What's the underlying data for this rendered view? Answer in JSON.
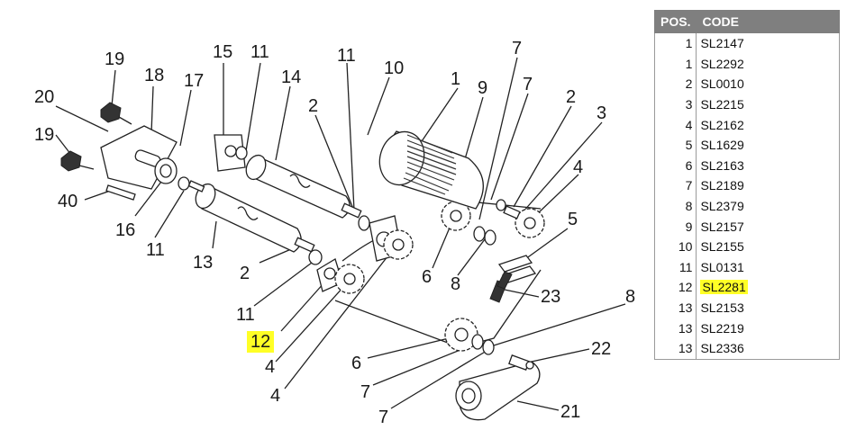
{
  "diagram": {
    "callouts": [
      {
        "id": "c19a",
        "text": "19"
      },
      {
        "id": "c18",
        "text": "18"
      },
      {
        "id": "c15",
        "text": "15"
      },
      {
        "id": "c11a",
        "text": "11"
      },
      {
        "id": "c14",
        "text": "14"
      },
      {
        "id": "c11b",
        "text": "11"
      },
      {
        "id": "c10",
        "text": "10"
      },
      {
        "id": "c20",
        "text": "20"
      },
      {
        "id": "c17",
        "text": "17"
      },
      {
        "id": "c19b",
        "text": "19"
      },
      {
        "id": "c40",
        "text": "40"
      },
      {
        "id": "c16",
        "text": "16"
      },
      {
        "id": "c11c",
        "text": "11"
      },
      {
        "id": "c13",
        "text": "13"
      },
      {
        "id": "c2a",
        "text": "2"
      },
      {
        "id": "c2b",
        "text": "2"
      },
      {
        "id": "c11d",
        "text": "11"
      },
      {
        "id": "c12",
        "text": "12",
        "highlight": true
      },
      {
        "id": "c4a",
        "text": "4"
      },
      {
        "id": "c4b",
        "text": "4"
      },
      {
        "id": "c1",
        "text": "1"
      },
      {
        "id": "c9",
        "text": "9"
      },
      {
        "id": "c7a",
        "text": "7"
      },
      {
        "id": "c7b",
        "text": "7"
      },
      {
        "id": "c2c",
        "text": "2"
      },
      {
        "id": "c3",
        "text": "3"
      },
      {
        "id": "c4c",
        "text": "4"
      },
      {
        "id": "c5",
        "text": "5"
      },
      {
        "id": "c6a",
        "text": "6"
      },
      {
        "id": "c8a",
        "text": "8"
      },
      {
        "id": "c23",
        "text": "23"
      },
      {
        "id": "c8b",
        "text": "8"
      },
      {
        "id": "c22",
        "text": "22"
      },
      {
        "id": "c6b",
        "text": "6"
      },
      {
        "id": "c7c",
        "text": "7"
      },
      {
        "id": "c7d",
        "text": "7"
      },
      {
        "id": "c21",
        "text": "21"
      }
    ]
  },
  "parts_table": {
    "headers": {
      "pos": "POS.",
      "code": "CODE"
    },
    "rows": [
      {
        "pos": "1",
        "code": "SL2147"
      },
      {
        "pos": "1",
        "code": "SL2292"
      },
      {
        "pos": "2",
        "code": "SL0010"
      },
      {
        "pos": "3",
        "code": "SL2215"
      },
      {
        "pos": "4",
        "code": "SL2162"
      },
      {
        "pos": "5",
        "code": "SL1629"
      },
      {
        "pos": "6",
        "code": "SL2163"
      },
      {
        "pos": "7",
        "code": "SL2189"
      },
      {
        "pos": "8",
        "code": "SL2379"
      },
      {
        "pos": "9",
        "code": "SL2157"
      },
      {
        "pos": "10",
        "code": "SL2155"
      },
      {
        "pos": "11",
        "code": "SL0131"
      },
      {
        "pos": "12",
        "code": "SL2281",
        "highlight": true
      },
      {
        "pos": "13",
        "code": "SL2153"
      },
      {
        "pos": "13",
        "code": "SL2219"
      },
      {
        "pos": "13",
        "code": "SL2336"
      }
    ],
    "highlight_color": "#ffff26",
    "header_color": "#7f7f7f"
  }
}
